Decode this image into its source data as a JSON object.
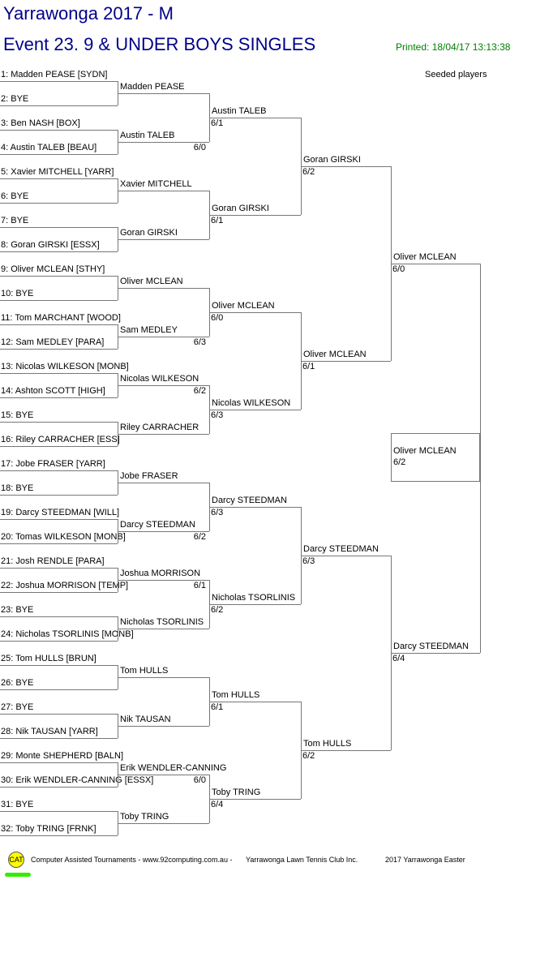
{
  "header": {
    "title": "Yarrawonga 2017 - M",
    "event": "Event 23. 9 & UNDER BOYS SINGLES",
    "printed": "Printed: 18/04/17 13:13:38",
    "seeded_label": "Seeded players"
  },
  "draw": {
    "round1": [
      "1: Madden PEASE [SYDN]",
      "2: BYE",
      "3: Ben NASH [BOX]",
      "4: Austin TALEB [BEAU]",
      "5: Xavier MITCHELL [YARR]",
      "6: BYE",
      "7: BYE",
      "8: Goran GIRSKI [ESSX]",
      "9: Oliver MCLEAN [STHY]",
      "10: BYE",
      "11: Tom MARCHANT [WOOD]",
      "12: Sam MEDLEY [PARA]",
      "13: Nicolas WILKESON [MONB]",
      "14: Ashton SCOTT [HIGH]",
      "15: BYE",
      "16: Riley CARRACHER [ESS]",
      "17: Jobe FRASER [YARR]",
      "18: BYE",
      "19: Darcy STEEDMAN [WILL]",
      "20: Tomas WILKESON [MONB]",
      "21: Josh RENDLE [PARA]",
      "22: Joshua MORRISON [TEMP]",
      "23: BYE",
      "24: Nicholas TSORLINIS [MONB]",
      "25: Tom HULLS [BRUN]",
      "26: BYE",
      "27: BYE",
      "28: Nik TAUSAN [YARR]",
      "29: Monte SHEPHERD [BALN]",
      "30: Erik WENDLER-CANNING [ESSX]",
      "31: BYE",
      "32: Toby TRING [FRNK]"
    ],
    "round2": [
      {
        "name": "Madden PEASE",
        "score": ""
      },
      {
        "name": "Austin TALEB",
        "score": "6/0"
      },
      {
        "name": "Xavier MITCHELL",
        "score": ""
      },
      {
        "name": "Goran GIRSKI",
        "score": ""
      },
      {
        "name": "Oliver MCLEAN",
        "score": ""
      },
      {
        "name": "Sam MEDLEY",
        "score": "6/3"
      },
      {
        "name": "Nicolas WILKESON",
        "score": "6/2"
      },
      {
        "name": "Riley CARRACHER",
        "score": ""
      },
      {
        "name": "Jobe FRASER",
        "score": ""
      },
      {
        "name": "Darcy STEEDMAN",
        "score": "6/2"
      },
      {
        "name": "Joshua MORRISON",
        "score": "6/1"
      },
      {
        "name": "Nicholas TSORLINIS",
        "score": ""
      },
      {
        "name": "Tom HULLS",
        "score": ""
      },
      {
        "name": "Nik TAUSAN",
        "score": ""
      },
      {
        "name": "Erik WENDLER-CANNING",
        "score": "6/0"
      },
      {
        "name": "Toby TRING",
        "score": ""
      }
    ],
    "round3": [
      {
        "name": "Austin TALEB",
        "score": "6/1"
      },
      {
        "name": "Goran GIRSKI",
        "score": "6/1"
      },
      {
        "name": "Oliver MCLEAN",
        "score": "6/0"
      },
      {
        "name": "Nicolas WILKESON",
        "score": "6/3"
      },
      {
        "name": "Darcy STEEDMAN",
        "score": "6/3"
      },
      {
        "name": "Nicholas TSORLINIS",
        "score": "6/2"
      },
      {
        "name": "Tom HULLS",
        "score": "6/1"
      },
      {
        "name": "Toby TRING",
        "score": "6/4"
      }
    ],
    "round4": [
      {
        "name": "Goran GIRSKI",
        "score": "6/2"
      },
      {
        "name": "Oliver MCLEAN",
        "score": "6/1"
      },
      {
        "name": "Darcy STEEDMAN",
        "score": "6/3"
      },
      {
        "name": "Tom HULLS",
        "score": "6/2"
      }
    ],
    "round5": [
      {
        "name": "Oliver MCLEAN",
        "score": "6/0"
      },
      {
        "name": "Darcy STEEDMAN",
        "score": "6/4"
      }
    ],
    "final": {
      "name": "Oliver MCLEAN",
      "score": "6/2"
    }
  },
  "footer": {
    "logo_text": "CAT",
    "credit": "Computer Assisted Tournaments - www.92computing.com.au -",
    "club": "Yarrawonga Lawn Tennis Club Inc.",
    "tournament": "2017 Yarrawonga Easter"
  }
}
